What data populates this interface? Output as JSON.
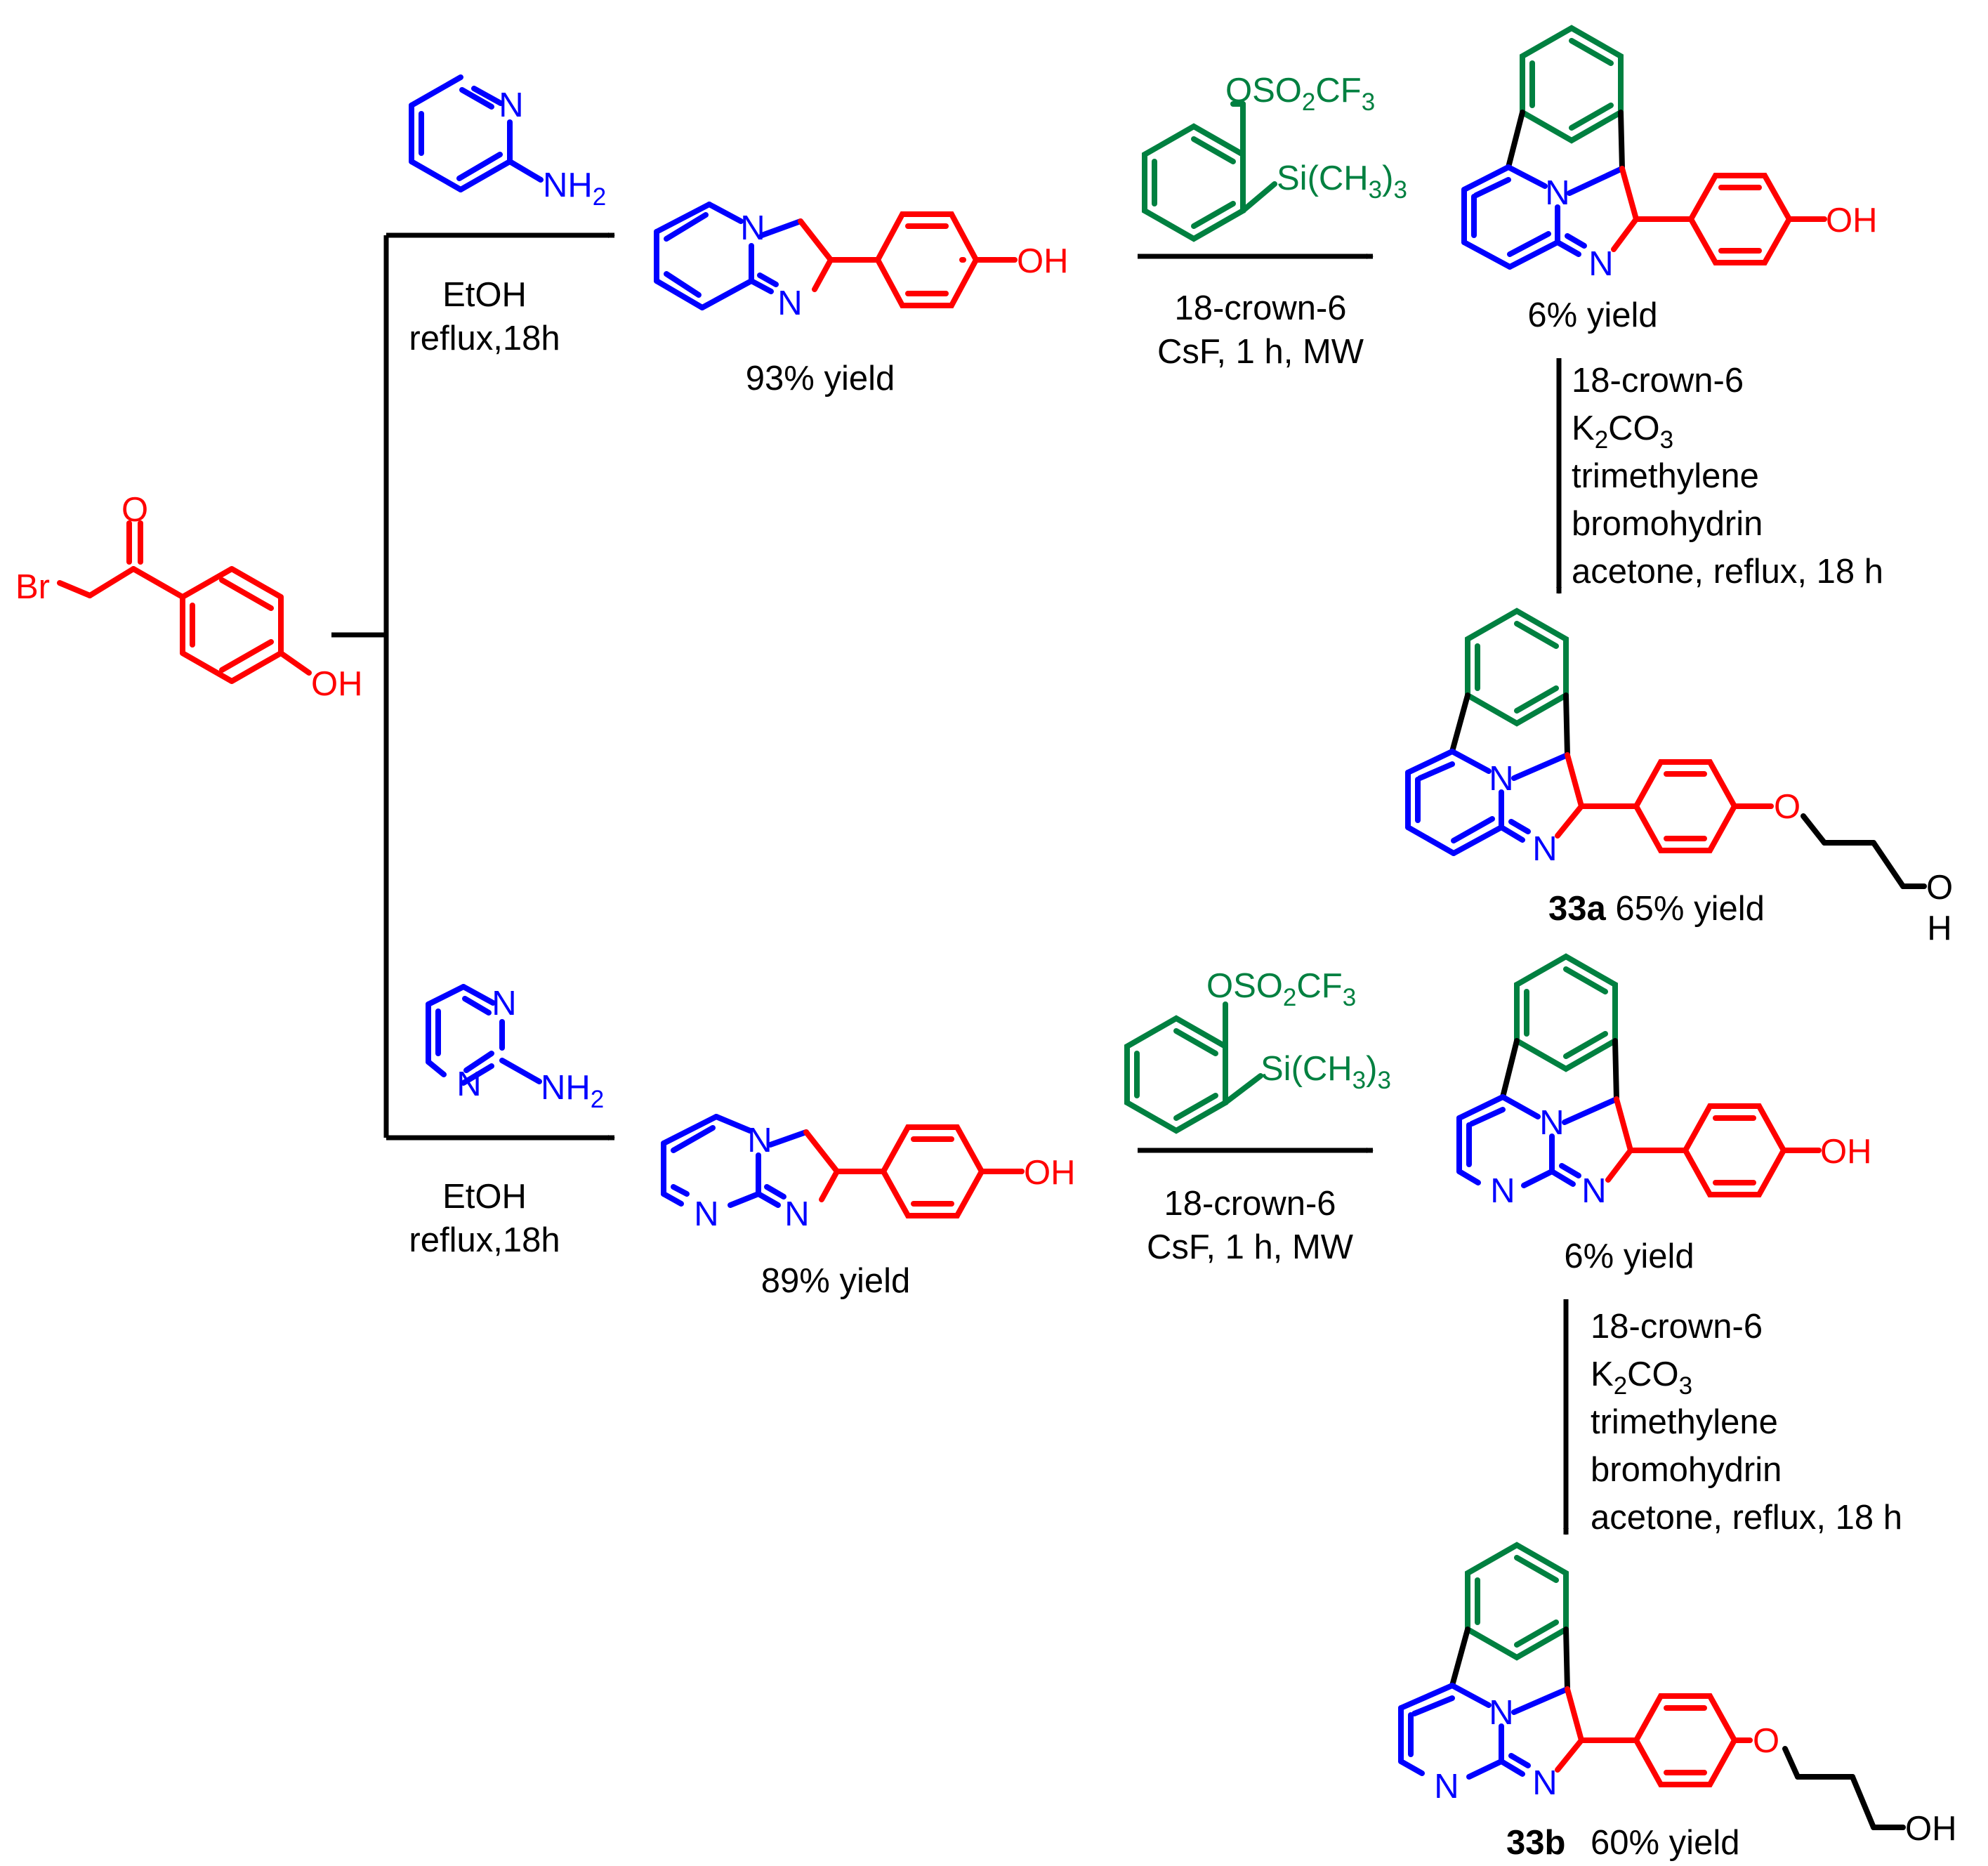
{
  "colors": {
    "pyridine": "#0000ff",
    "hydroxyphenyl": "#ff0000",
    "aryne": "#008040",
    "black": "#000000"
  },
  "start": {
    "br": "Br",
    "o": "O",
    "oh": "OH"
  },
  "route_a": {
    "reagent": {
      "n": "N",
      "nh": "NH",
      "nh_sub": "2"
    },
    "cond_1": "EtOH",
    "cond_2": "reflux,18h",
    "int1": {
      "n1": "N",
      "n2": "N",
      "oh": "OH",
      "yield": "93% yield"
    },
    "aryne": {
      "otf": "OSO",
      "otf_s1": "2",
      "otf_cf": "CF",
      "otf_s2": "3",
      "tms": "Si(CH",
      "tms_s1": "3",
      "tms_close": ")",
      "tms_s2": "3"
    },
    "cond_3": "18-crown-6",
    "cond_4": "CsF, 1 h, MW",
    "int2": {
      "n1": "N",
      "n2": "N",
      "oh": "OH",
      "yield": "6% yield"
    },
    "alk": {
      "l1": "18-crown-6",
      "l2a": "K",
      "l2s1": "2",
      "l2b": "CO",
      "l2s2": "3",
      "l3": "trimethylene",
      "l4": "bromohydrin",
      "l5": "acetone, reflux, 18 h"
    },
    "product": {
      "n1": "N",
      "n2": "N",
      "o": "O",
      "o2": "O",
      "h": "H",
      "label": "33a",
      "yield": " 65% yield"
    }
  },
  "route_b": {
    "reagent": {
      "n1": "N",
      "n2": "N",
      "nh": "NH",
      "nh_sub": "2"
    },
    "cond_1": "EtOH",
    "cond_2": "reflux,18h",
    "int1": {
      "n1": "N",
      "n2": "N",
      "n3": "N",
      "oh": "OH",
      "yield": "89% yield"
    },
    "aryne": {
      "otf": "OSO",
      "otf_s1": "2",
      "otf_cf": "CF",
      "otf_s2": "3",
      "tms": "Si(CH",
      "tms_s1": "3",
      "tms_close": ")",
      "tms_s2": "3"
    },
    "cond_3": "18-crown-6",
    "cond_4": "CsF, 1 h, MW",
    "int2": {
      "n1": "N",
      "n2": "N",
      "n3": "N",
      "oh": "OH",
      "yield": "6% yield"
    },
    "alk": {
      "l1": "18-crown-6",
      "l2a": "K",
      "l2s1": "2",
      "l2b": "CO",
      "l2s2": "3",
      "l3": "trimethylene",
      "l4": "bromohydrin",
      "l5": "acetone, reflux, 18 h"
    },
    "product": {
      "n1": "N",
      "n2": "N",
      "n3": "N",
      "o": "O",
      "oh": "OH",
      "label": "33b",
      "yield": "60% yield"
    }
  }
}
